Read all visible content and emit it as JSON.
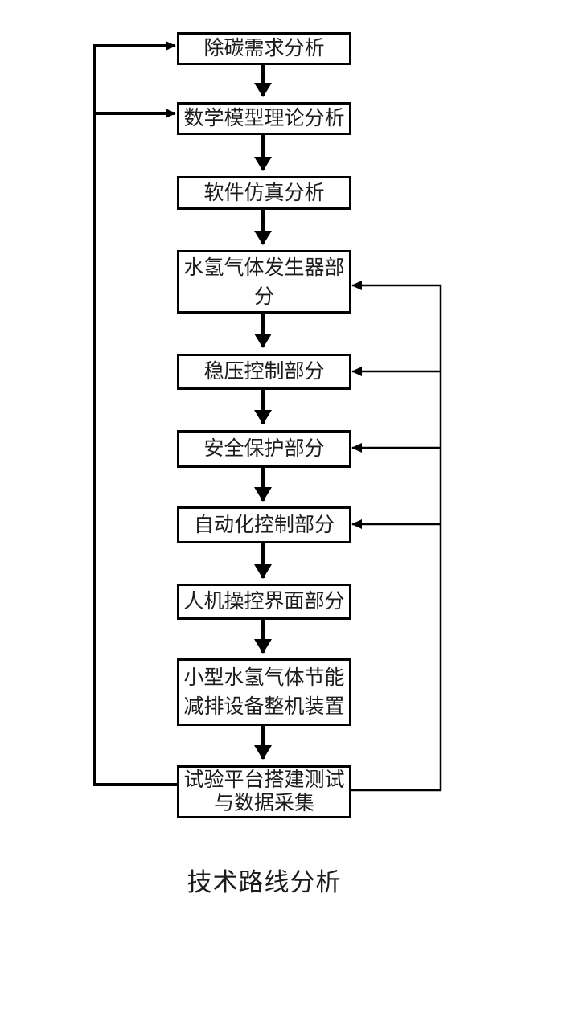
{
  "diagram": {
    "caption": "技术路线分析",
    "colors": {
      "background": "#ffffff",
      "line": "#000000",
      "box_border": "#000000",
      "text": "#1c1c1c"
    },
    "nodes": [
      {
        "id": "n1",
        "label": "除碳需求分析"
      },
      {
        "id": "n2",
        "label": "数学模型理论分析"
      },
      {
        "id": "n3",
        "label": "软件仿真分析"
      },
      {
        "id": "n4",
        "label": "水氢气体发生器部分"
      },
      {
        "id": "n5",
        "label": "稳压控制部分"
      },
      {
        "id": "n6",
        "label": "安全保护部分"
      },
      {
        "id": "n7",
        "label": "自动化控制部分"
      },
      {
        "id": "n8",
        "label": "人机操控界面部分"
      },
      {
        "id": "n9",
        "label": "小型水氢气体节能减排设备整机装置"
      },
      {
        "id": "n10",
        "label": "试验平台搭建测试与数据采集"
      }
    ],
    "edges": [
      {
        "from": "n1",
        "to": "n2",
        "type": "flow"
      },
      {
        "from": "n2",
        "to": "n3",
        "type": "flow"
      },
      {
        "from": "n3",
        "to": "n4",
        "type": "flow"
      },
      {
        "from": "n4",
        "to": "n5",
        "type": "flow"
      },
      {
        "from": "n5",
        "to": "n6",
        "type": "flow"
      },
      {
        "from": "n6",
        "to": "n7",
        "type": "flow"
      },
      {
        "from": "n7",
        "to": "n8",
        "type": "flow"
      },
      {
        "from": "n8",
        "to": "n9",
        "type": "flow"
      },
      {
        "from": "n9",
        "to": "n10",
        "type": "flow"
      },
      {
        "from": "n10",
        "to": "n1",
        "type": "feedback-left"
      },
      {
        "from": "n10",
        "to": "n2",
        "type": "feedback-left"
      },
      {
        "from": "n10",
        "to": "n4",
        "type": "feedback-right"
      },
      {
        "from": "n10",
        "to": "n5",
        "type": "feedback-right"
      },
      {
        "from": "n10",
        "to": "n6",
        "type": "feedback-right"
      },
      {
        "from": "n10",
        "to": "n7",
        "type": "feedback-right"
      }
    ]
  }
}
